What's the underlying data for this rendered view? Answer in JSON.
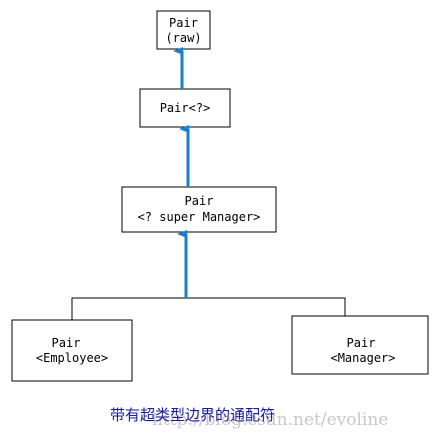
{
  "nodes": {
    "pair_raw": {
      "line1": "Pair",
      "line2": "(raw)"
    },
    "pair_wildcard": {
      "line1": "Pair<?>"
    },
    "pair_super_manager": {
      "line1": "Pair",
      "line2": "<? super Manager>"
    },
    "pair_employee": {
      "line1": "Pair",
      "line2": "<Employee>"
    },
    "pair_manager": {
      "line1": "Pair",
      "line2": "<Manager>"
    }
  },
  "caption": "带有超类型边界的通配符",
  "watermark": "http://blog.csdn.net/evoline",
  "colors": {
    "arrow": "#1a7fd4",
    "caption": "#1a1aa6",
    "watermark": "#c8c8c8",
    "border": "#000000"
  }
}
